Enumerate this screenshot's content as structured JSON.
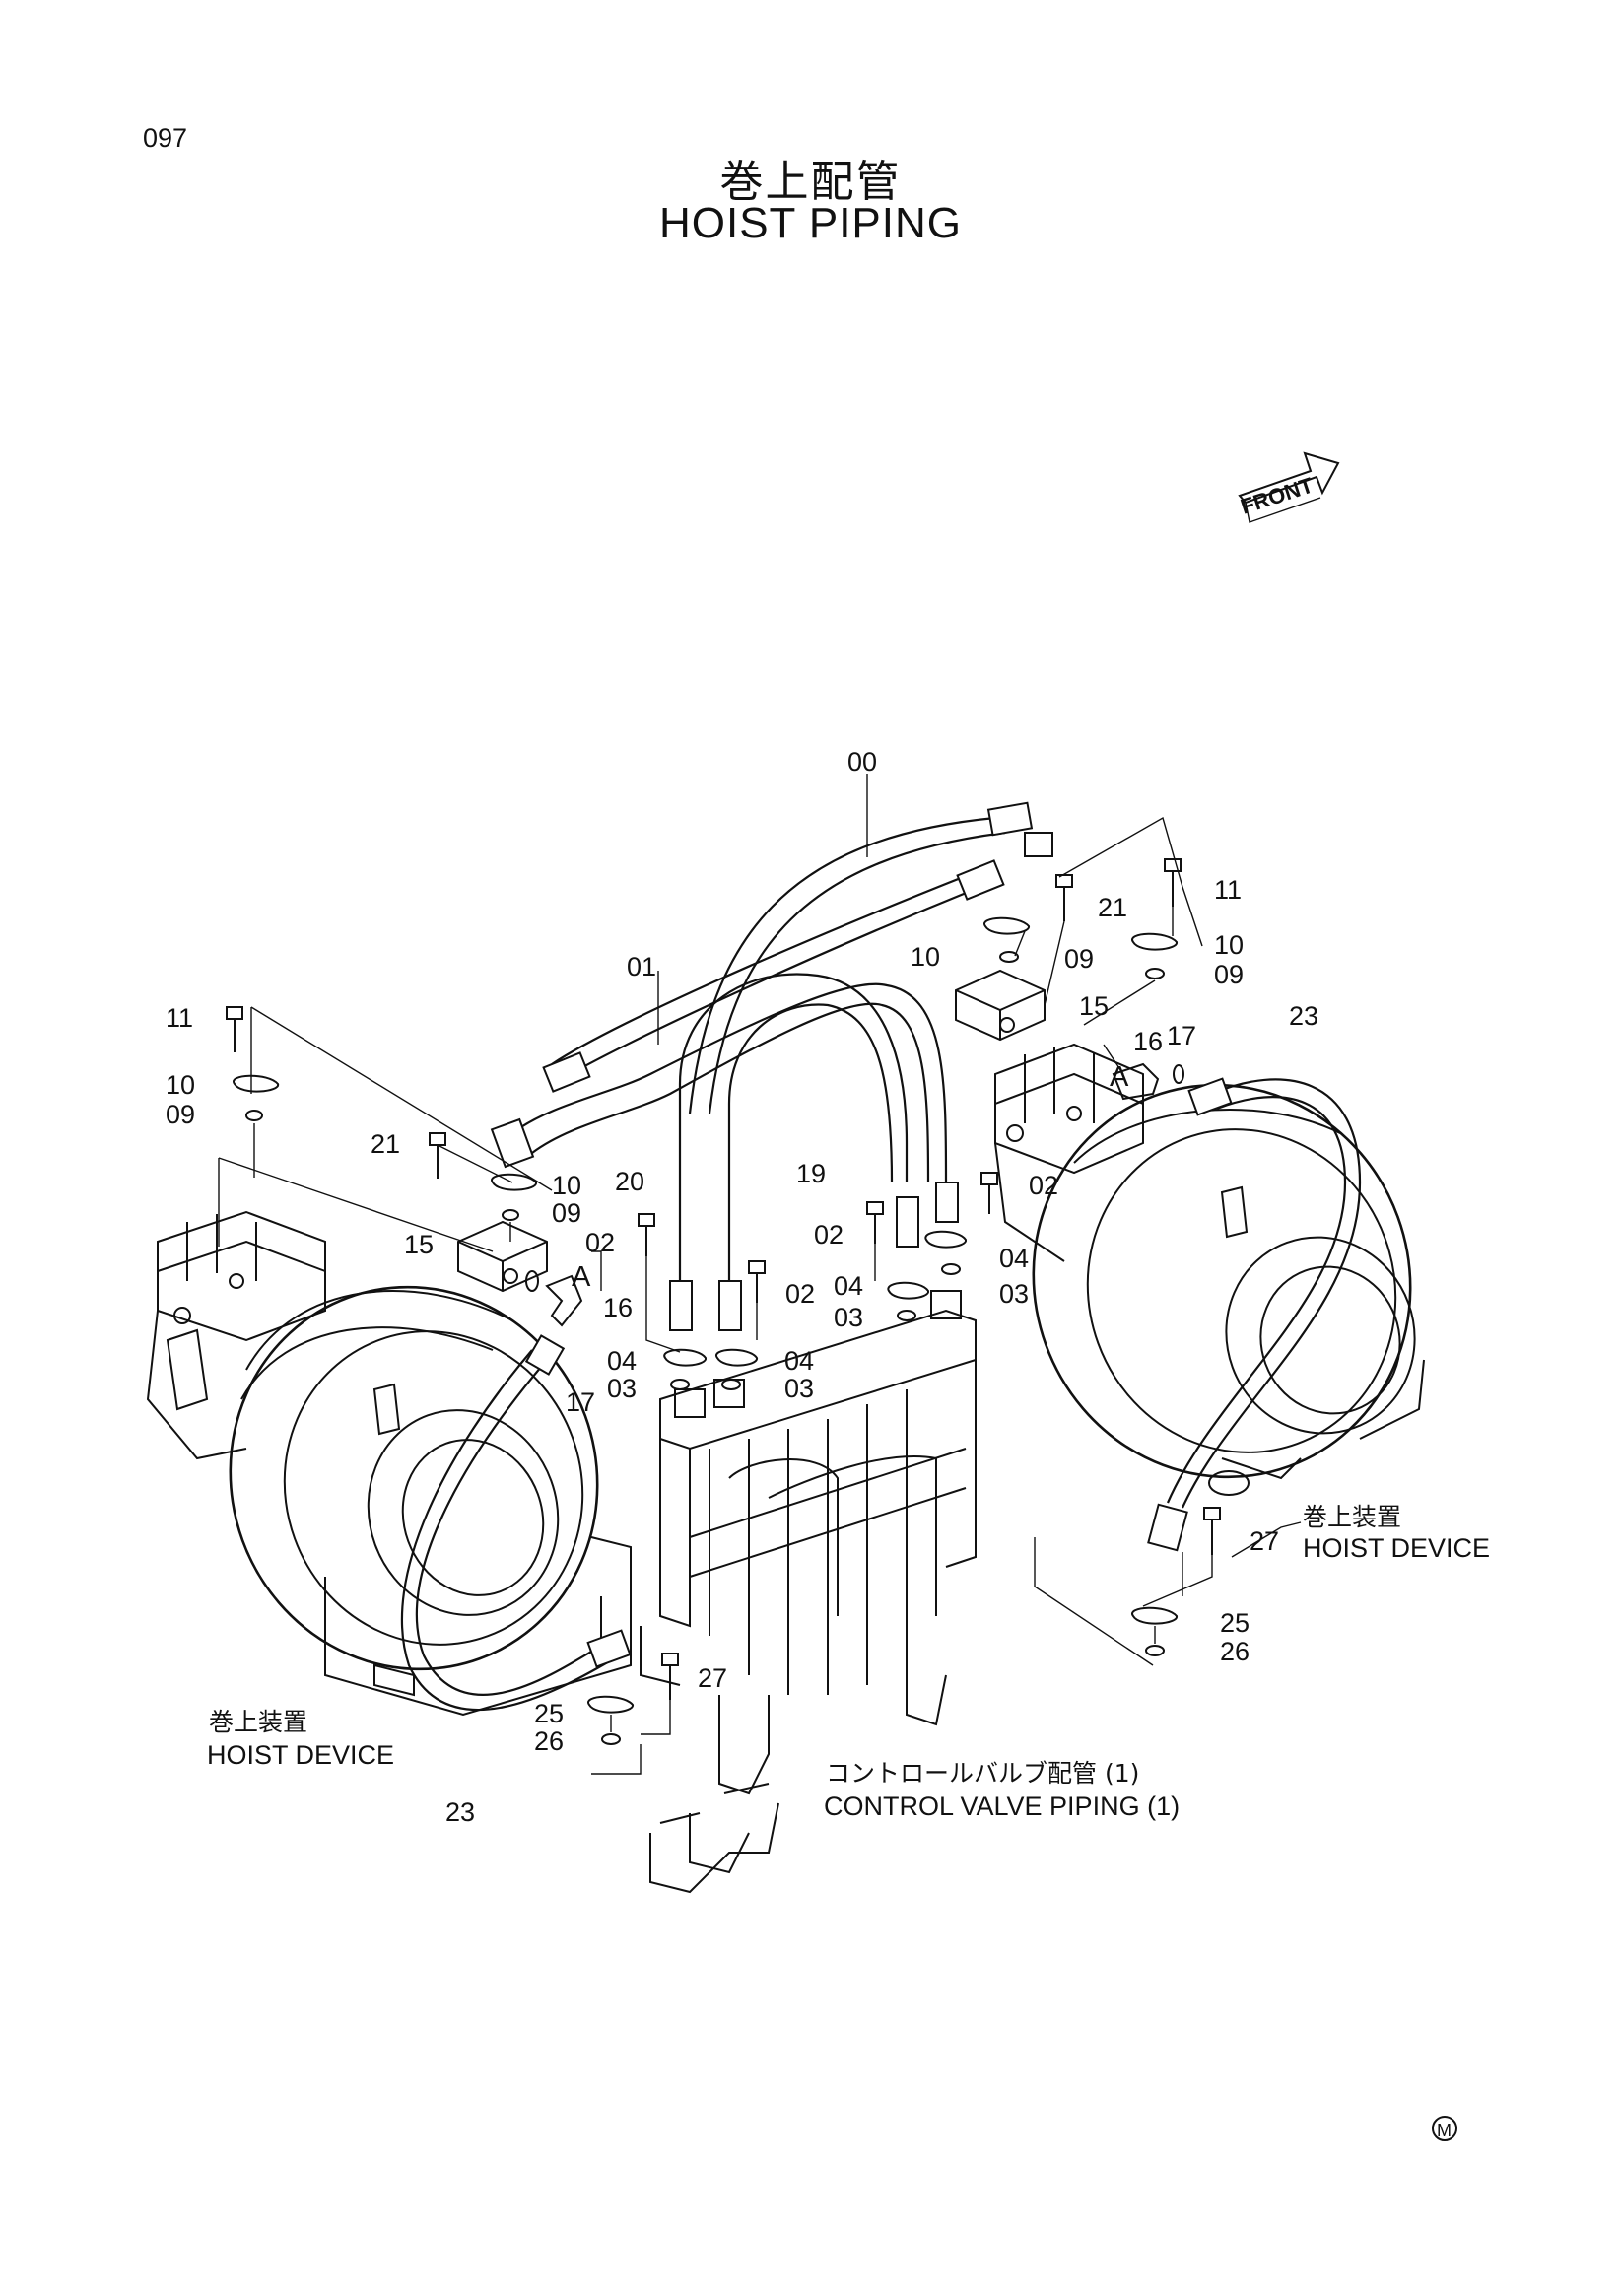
{
  "page_number": "097",
  "title_jp": "巻上配管",
  "title_en": "HOIST PIPING",
  "front_label": "FRONT",
  "view_marker": "A",
  "mark_symbol": "M",
  "callouts": {
    "c00": "00",
    "c01": "01",
    "c11L": "11",
    "c10L": "10",
    "c09L": "09",
    "c21L": "21",
    "c10L2": "10",
    "c09L2": "09",
    "c15L": "15",
    "c16L": "16",
    "c17L": "17",
    "c20": "20",
    "c19": "19",
    "c02a": "02",
    "c02b": "02",
    "c02c": "02",
    "c02d": "02",
    "c04a": "04",
    "c04b": "04",
    "c04c": "04",
    "c04d": "04",
    "c03a": "03",
    "c03b": "03",
    "c03c": "03",
    "c03d": "03",
    "c21R": "21",
    "c11R": "11",
    "c10R": "10",
    "c10R2": "10",
    "c09R": "09",
    "c09R2": "09",
    "c15R": "15",
    "c16R": "16",
    "c17R": "17",
    "c23R": "23",
    "c23L": "23",
    "c27R": "27",
    "c25R": "25",
    "c26R": "26",
    "c27L": "27",
    "c25L": "25",
    "c26L": "26"
  },
  "notes": {
    "hoist_device_right_jp": "巻上装置",
    "hoist_device_right_en": "HOIST DEVICE",
    "hoist_device_left_jp": "巻上装置",
    "hoist_device_left_en": "HOIST DEVICE",
    "control_valve_jp": "コントロールバルブ配管 (1)",
    "control_valve_en": "CONTROL VALVE PIPING (1)"
  }
}
